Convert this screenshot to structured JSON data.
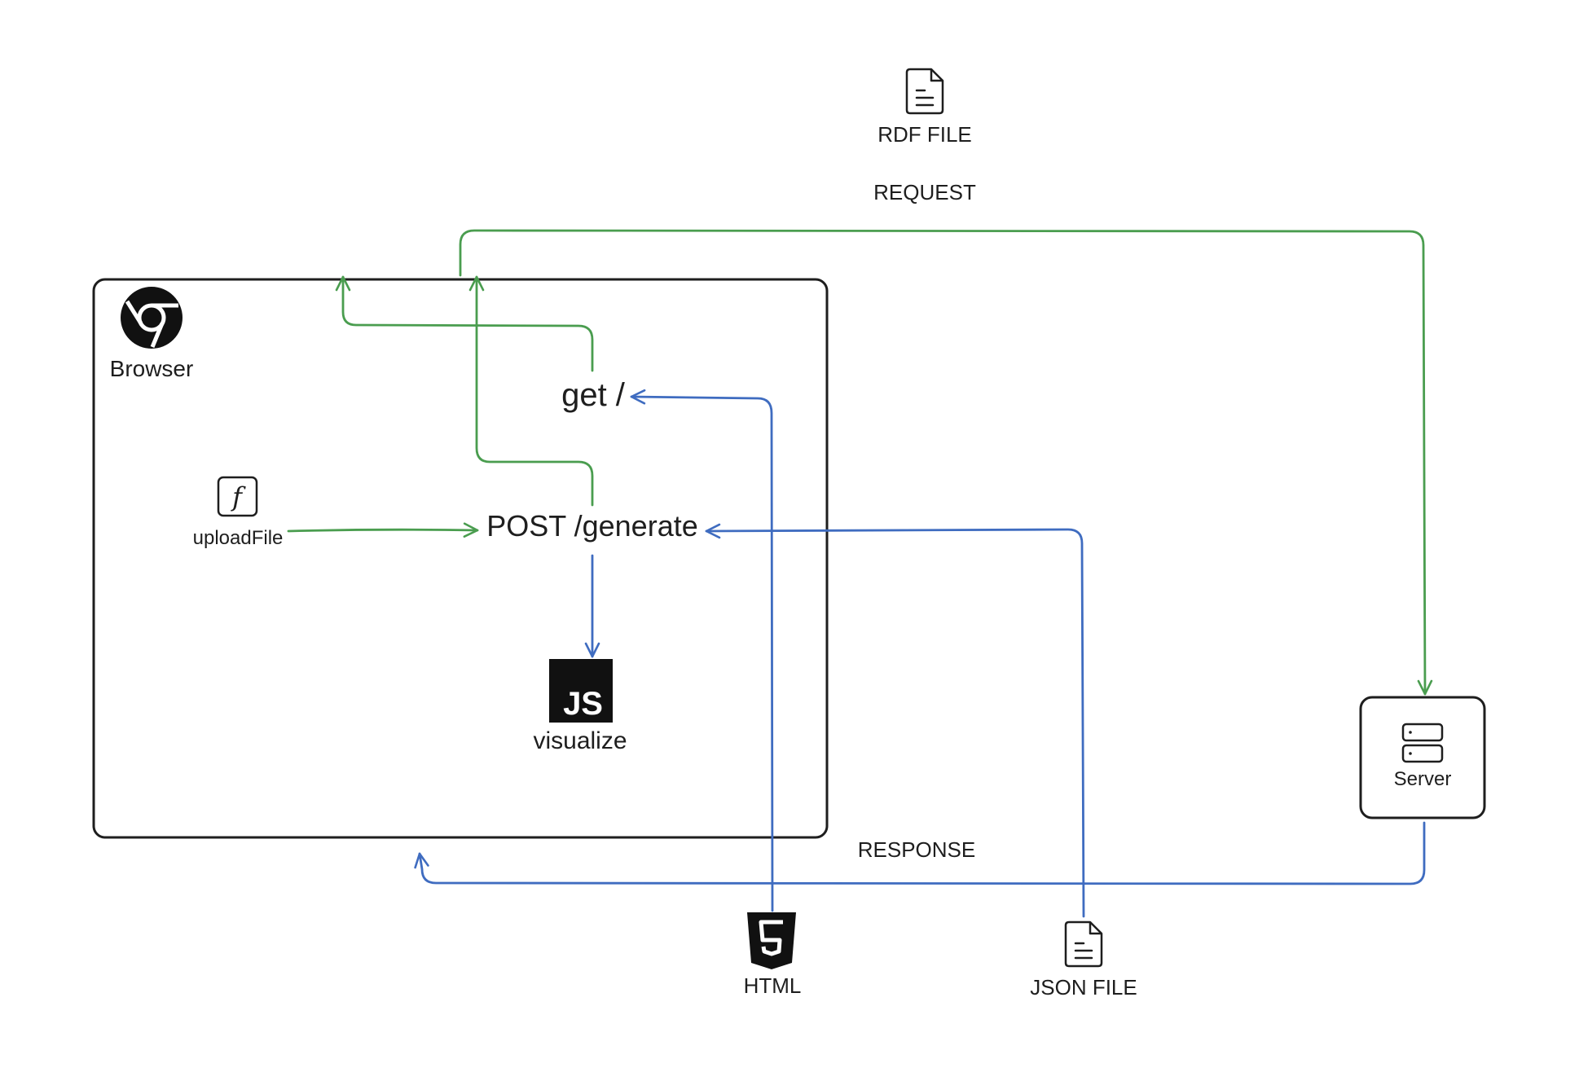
{
  "labels": {
    "rdf_file": "RDF FILE",
    "request": "REQUEST",
    "browser": "Browser",
    "get": "get /",
    "upload_file": "uploadFile",
    "post": "POST /generate",
    "visualize": "visualize",
    "js_badge": "JS",
    "server": "Server",
    "response": "RESPONSE",
    "html": "HTML",
    "json_file": "JSON FILE"
  },
  "icons": {
    "browser": "chrome-icon",
    "function": "function-icon",
    "javascript": "javascript-icon",
    "server": "server-icon",
    "html": "html5-icon",
    "document": "document-icon"
  },
  "colors": {
    "request_arrows": "#4a9d4f",
    "response_arrows": "#3f6cc0",
    "stroke": "#1e1e1e",
    "background": "#ffffff"
  }
}
